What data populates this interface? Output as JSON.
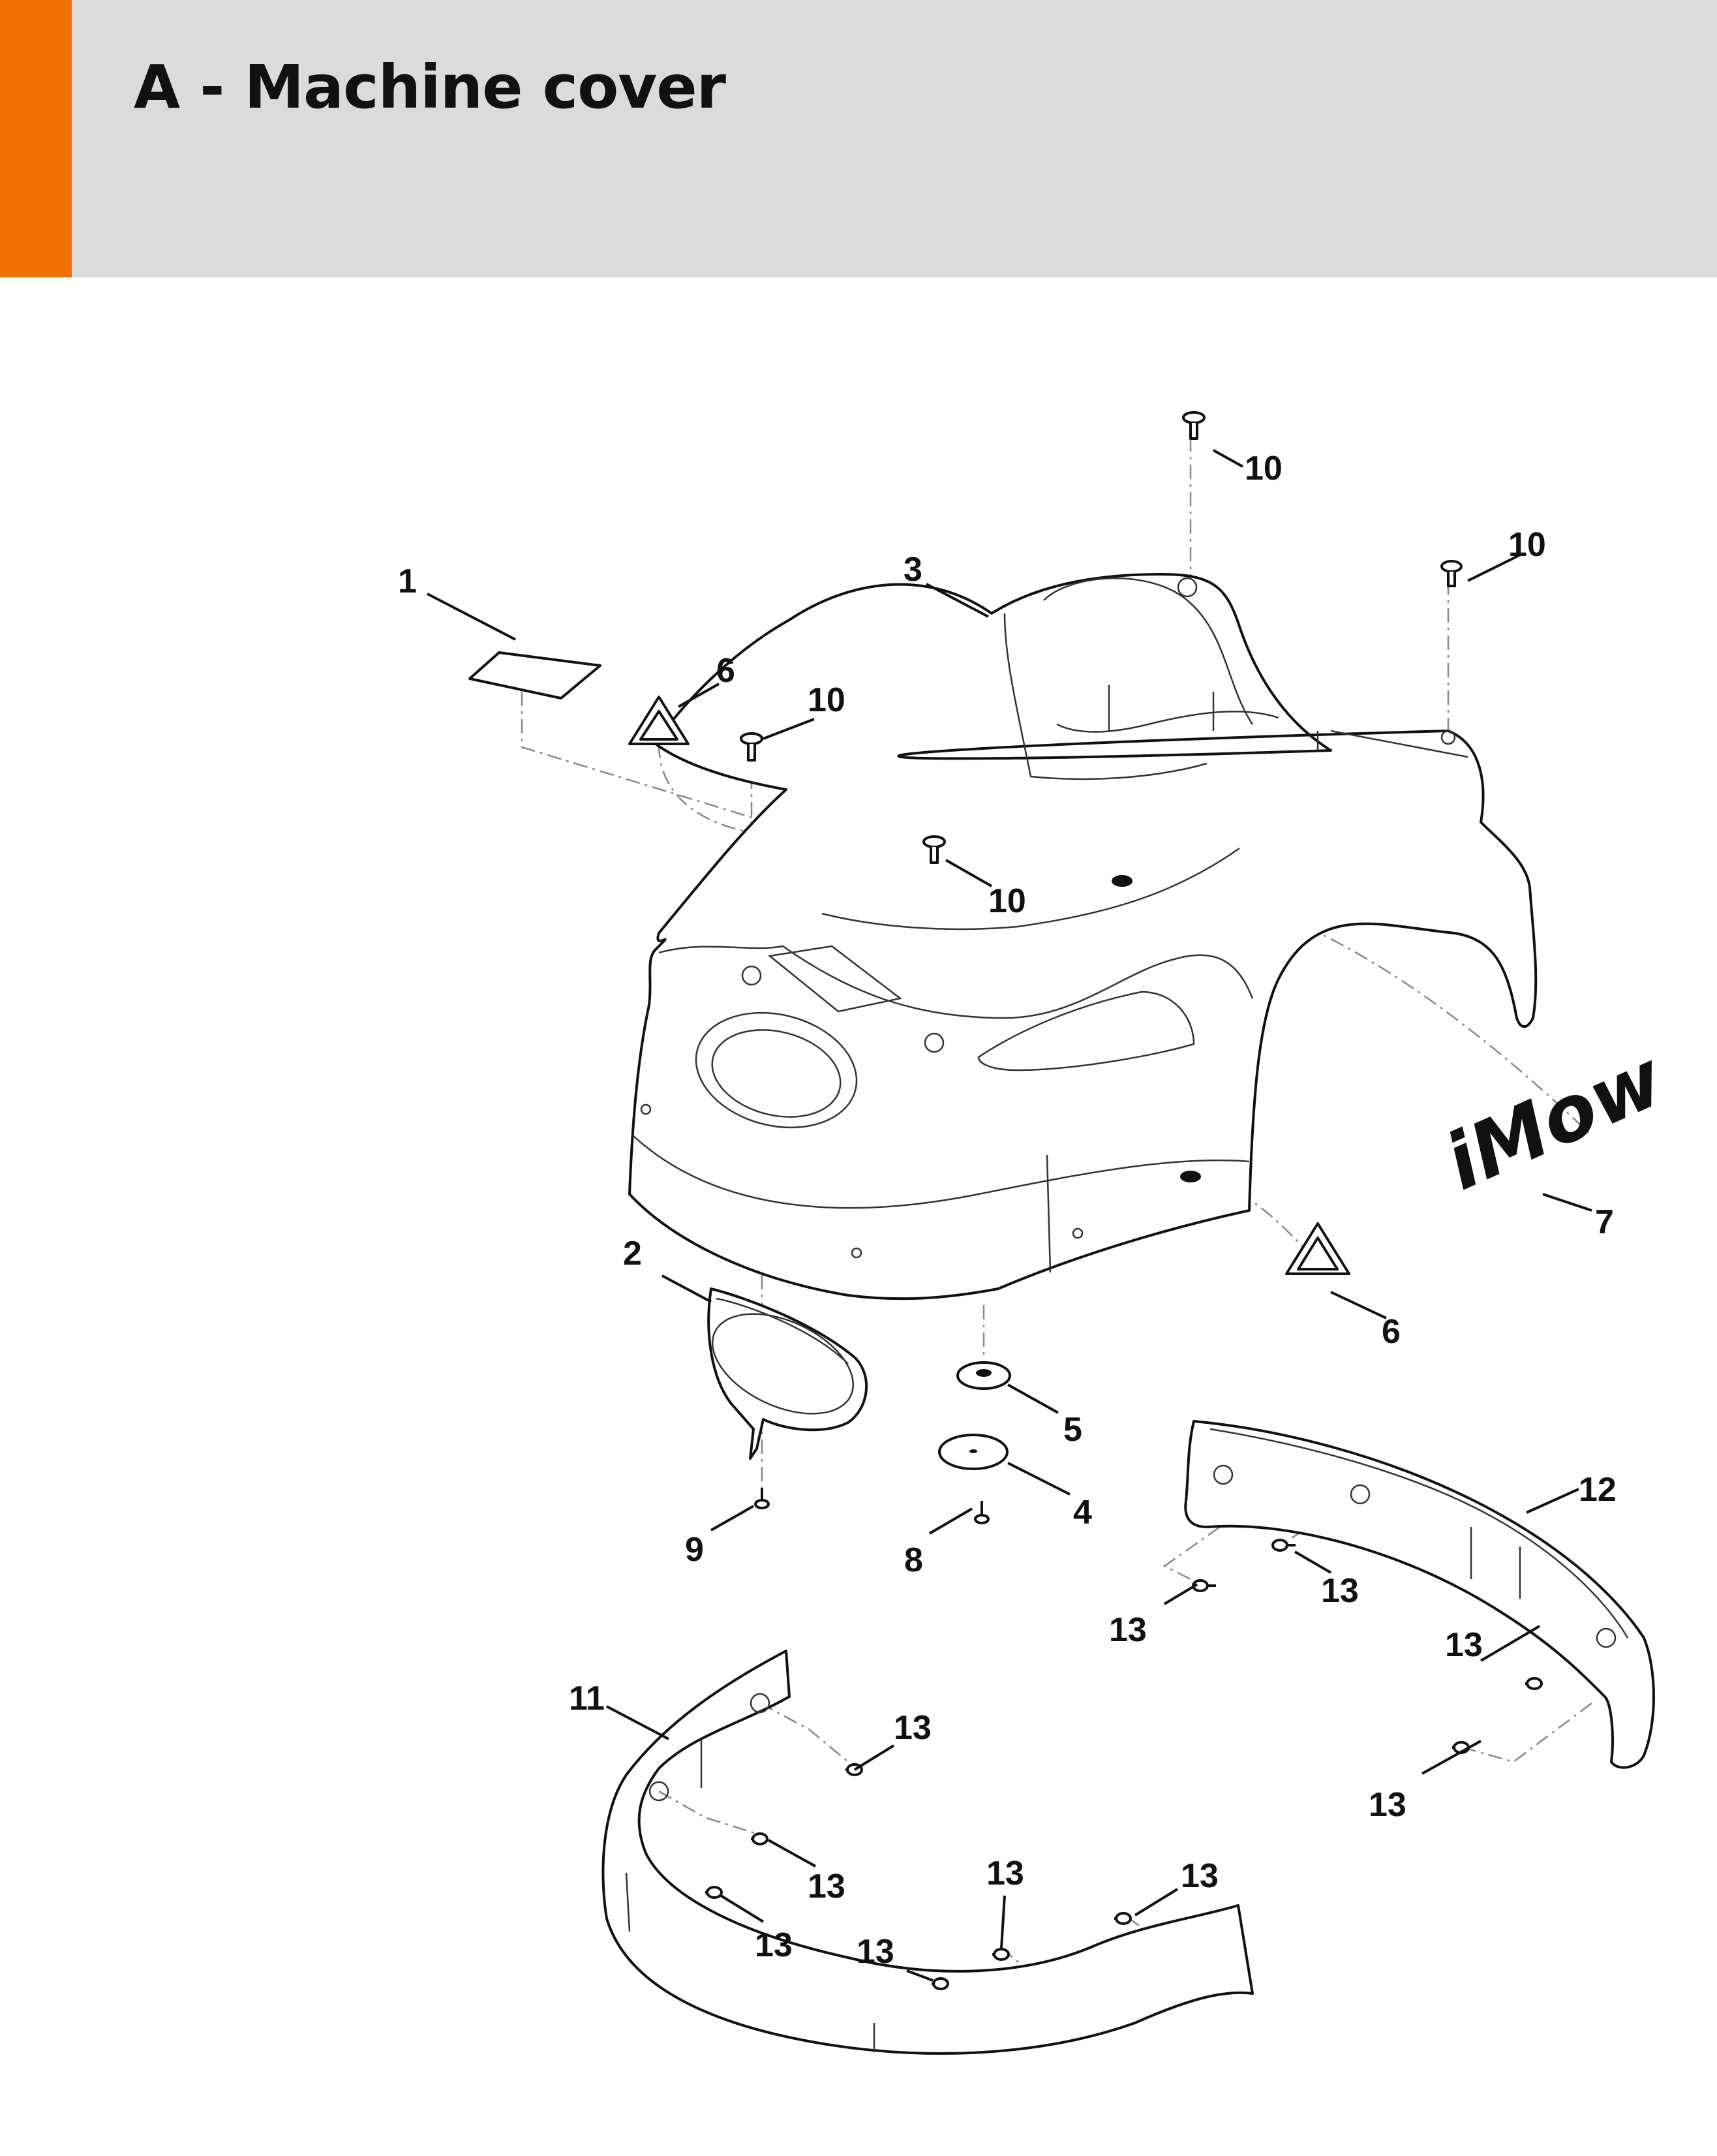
{
  "header": {
    "title": "A - Machine cover",
    "accent_color": "#ee7203",
    "background_color": "#dadbda"
  },
  "logo_text": "iMow",
  "callouts": [
    {
      "id": "c1",
      "text": "1"
    },
    {
      "id": "c2",
      "text": "2"
    },
    {
      "id": "c3",
      "text": "3"
    },
    {
      "id": "c4",
      "text": "4"
    },
    {
      "id": "c5",
      "text": "5"
    },
    {
      "id": "c6a",
      "text": "6"
    },
    {
      "id": "c6b",
      "text": "6"
    },
    {
      "id": "c7",
      "text": "7"
    },
    {
      "id": "c8",
      "text": "8"
    },
    {
      "id": "c9",
      "text": "9"
    },
    {
      "id": "c10a",
      "text": "10"
    },
    {
      "id": "c10b",
      "text": "10"
    },
    {
      "id": "c10c",
      "text": "10"
    },
    {
      "id": "c10d",
      "text": "10"
    },
    {
      "id": "c11",
      "text": "11"
    },
    {
      "id": "c12",
      "text": "12"
    },
    {
      "id": "c13a",
      "text": "13"
    },
    {
      "id": "c13b",
      "text": "13"
    },
    {
      "id": "c13c",
      "text": "13"
    },
    {
      "id": "c13d",
      "text": "13"
    },
    {
      "id": "c13e",
      "text": "13"
    },
    {
      "id": "c13f",
      "text": "13"
    },
    {
      "id": "c13g",
      "text": "13"
    },
    {
      "id": "c13h",
      "text": "13"
    },
    {
      "id": "c13i",
      "text": "13"
    },
    {
      "id": "c13j",
      "text": "13"
    }
  ]
}
